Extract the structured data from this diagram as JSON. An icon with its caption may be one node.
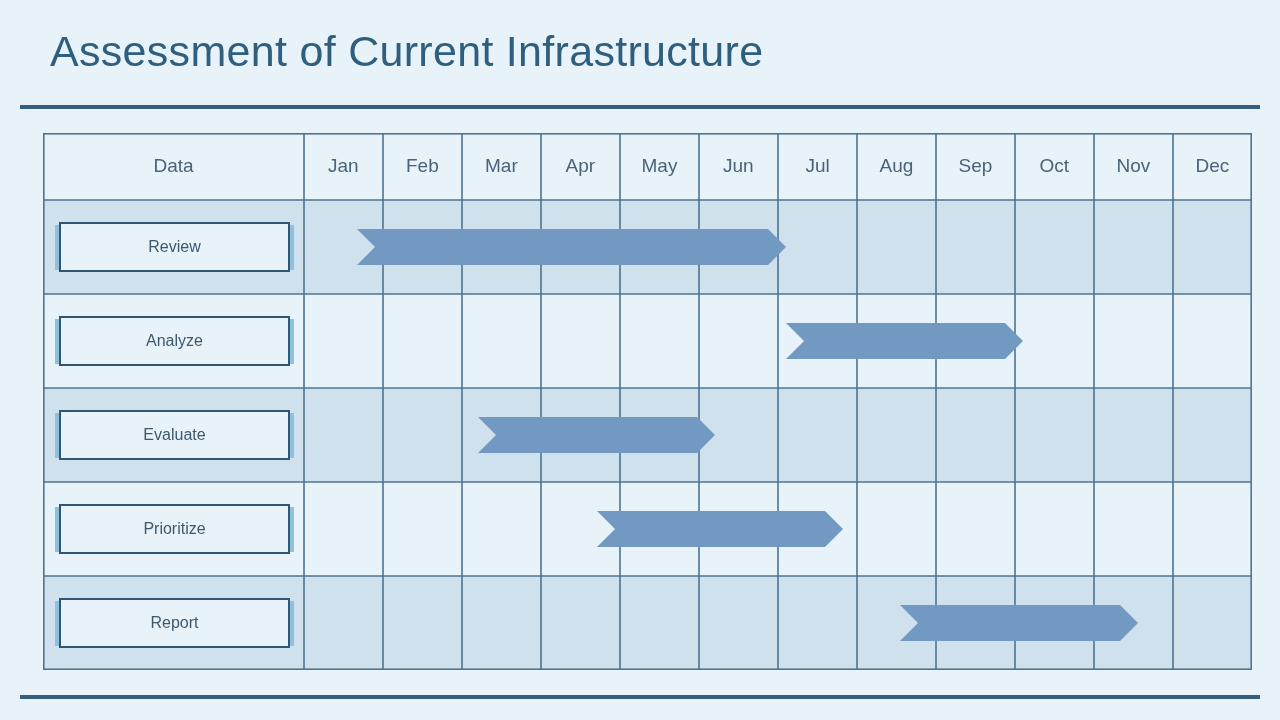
{
  "diagram": {
    "title": "Assessment of Current Infrastructure",
    "nodes": [
      {
        "text": [
          "Review"
        ]
      },
      {
        "text": [],
        "shape": "bar"
      },
      {
        "text": [
          "Analyze"
        ]
      },
      {
        "text": [],
        "shape": "bar"
      },
      {
        "text": [
          "Evaluate"
        ]
      },
      {
        "text": [],
        "shape": "bar"
      },
      {
        "text": [
          "Prioritize"
        ]
      },
      {
        "text": [],
        "shape": "bar"
      },
      {
        "text": [
          "Report"
        ]
      },
      {
        "text": [],
        "shape": "bar"
      }
    ],
    "labels": [
      "Data",
      "Jan",
      "Feb",
      "Mar",
      "Apr",
      "May",
      "Jun",
      "Jul",
      "Aug",
      "Sep",
      "Oct",
      "Nov",
      "Dec"
    ]
  }
}
